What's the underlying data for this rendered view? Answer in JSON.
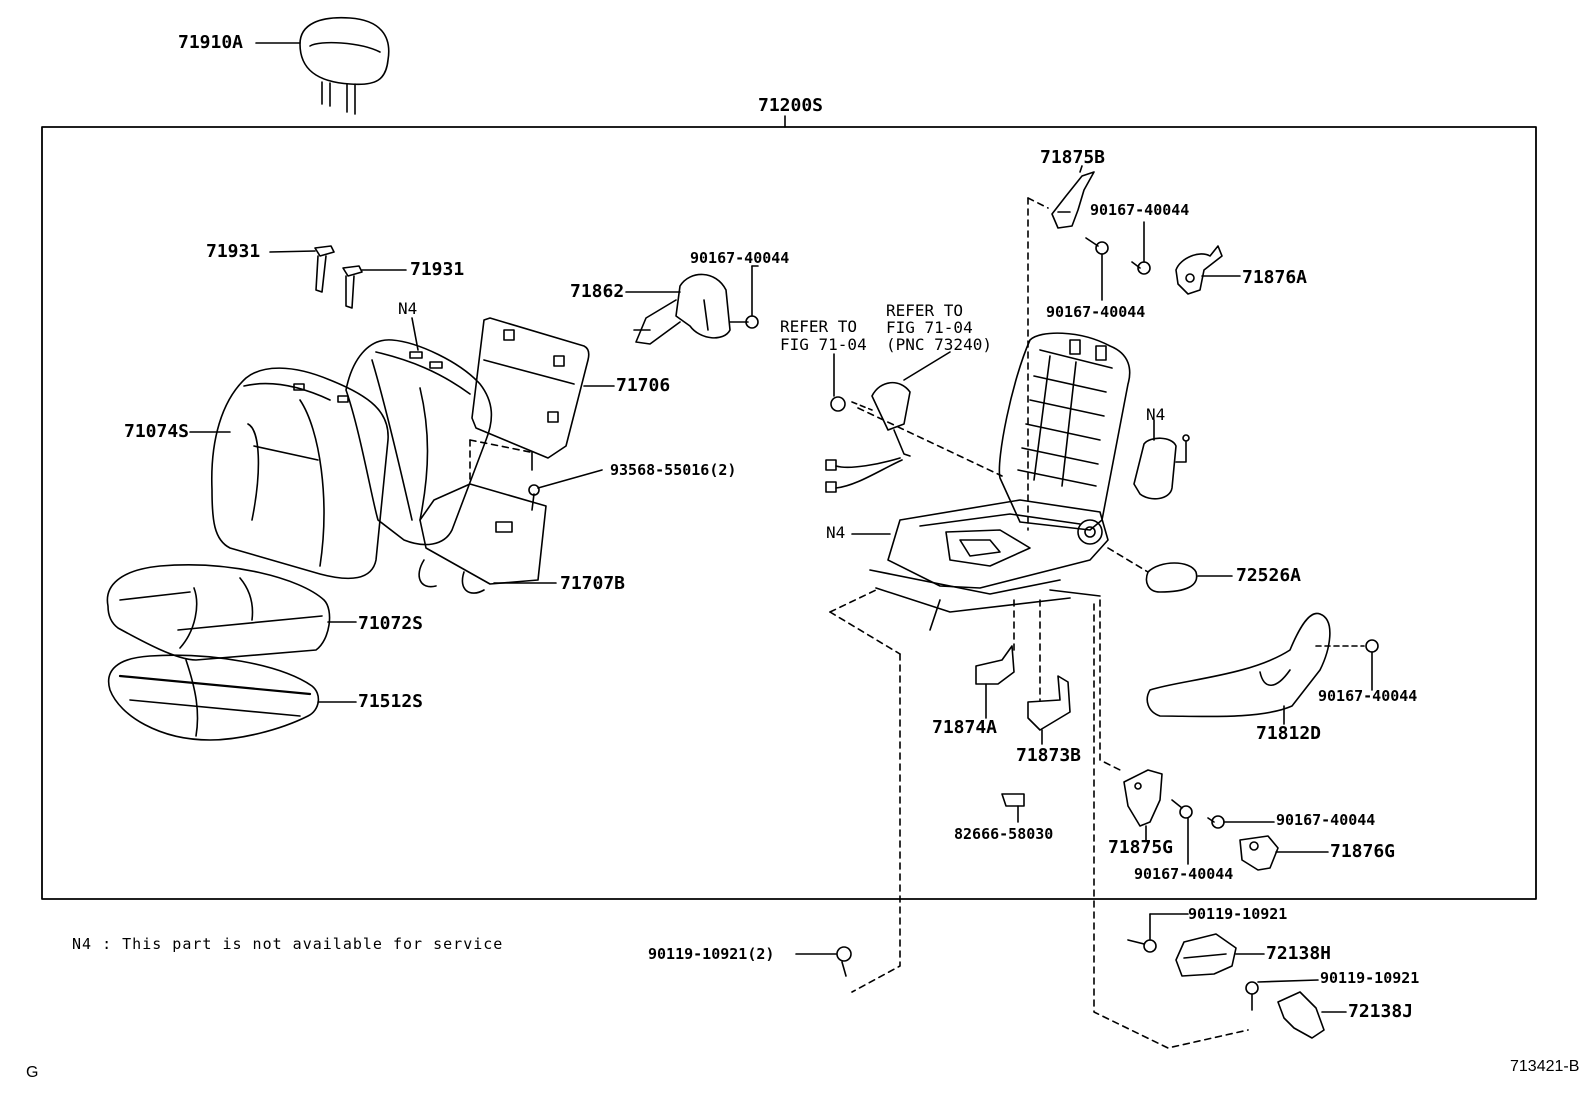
{
  "diagram": {
    "assembly_label": "71200S",
    "parts": {
      "headrest": "71910A",
      "headrest_guide_left": "71931",
      "headrest_guide_right": "71931",
      "n4_back_pad": "N4",
      "back_cover": "71074S",
      "back_board": "71706",
      "back_clip": "93568-55016(2)",
      "back_board_lower": "71707B",
      "cushion_cover": "71072S",
      "cushion_pad": "71512S",
      "bracket_71862": "71862",
      "screw_71862": "90167-40044",
      "refer_left": [
        "REFER TO",
        "FIG  71-04"
      ],
      "refer_right": [
        "REFER TO",
        "FIG  71-04",
        "(PNC 73240)"
      ],
      "hinge_cover_upper": "71875B",
      "screw_upper_a": "90167-40044",
      "screw_upper_b": "90167-40044",
      "hinge_cover_inner": "71876A",
      "n4_frame": "N4",
      "n4_side": "N4",
      "knob": "72526A",
      "side_shield": "71812D",
      "screw_side_shield": "90167-40044",
      "bracket_71874A": "71874A",
      "bracket_71873B": "71873B",
      "clip_82666": "82666-58030",
      "cover_71875G": "71875G",
      "screw_lower_a": "90167-40044",
      "screw_lower_b": "90167-40044",
      "cover_71876G": "71876G",
      "bolt_left": "90119-10921(2)",
      "bolt_rail_a": "90119-10921",
      "rail_cover_h": "72138H",
      "bolt_rail_b": "90119-10921",
      "rail_cover_j": "72138J"
    },
    "note": "N4 : This part is not available for service",
    "corner_left": "G",
    "corner_right": "713421-B"
  }
}
